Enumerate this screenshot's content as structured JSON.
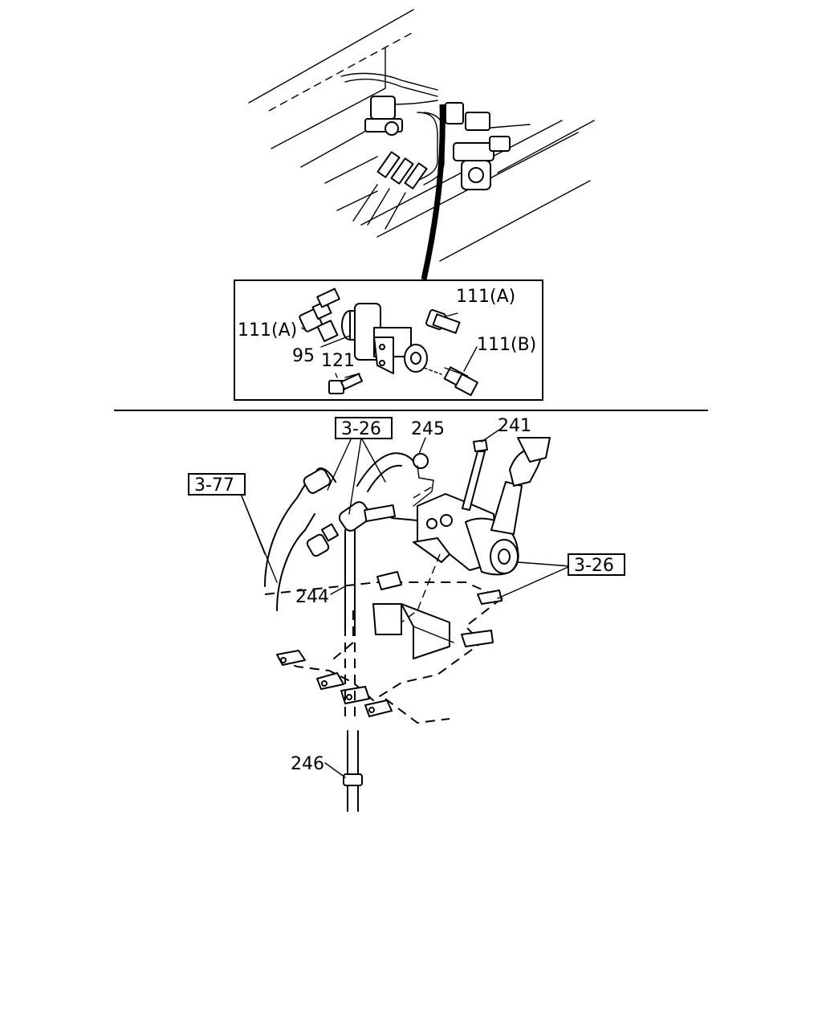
{
  "callouts": {
    "inset_111a_left": "111(A)",
    "inset_111a_right": "111(A)",
    "inset_111b": "111(B)",
    "inset_95": "95",
    "inset_121": "121",
    "ref_3_26_top": "3-26",
    "ref_3_77": "3-77",
    "ref_3_26_right": "3-26",
    "part_245": "245",
    "part_241": "241",
    "part_244": "244",
    "part_246": "246"
  }
}
